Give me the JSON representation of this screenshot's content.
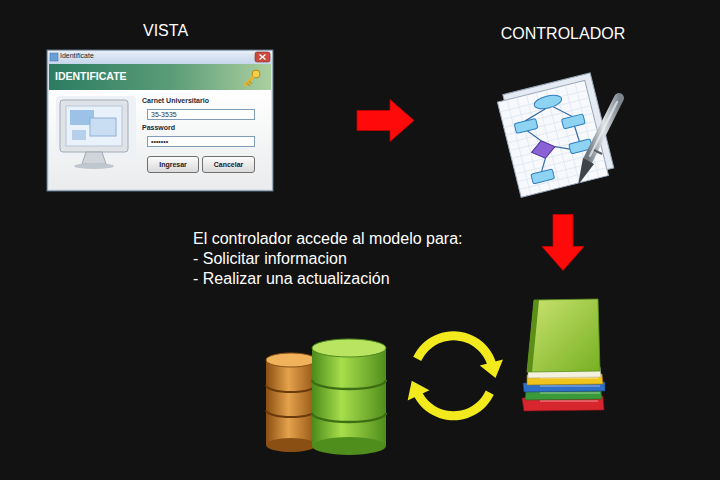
{
  "diagram": {
    "nodes": [
      {
        "text": [
          "VISTA",
          "Identificate",
          "IDENTIFICATE",
          "Carnet Universitario",
          "Password"
        ]
      },
      {
        "text": [
          "35-3535"
        ],
        "in": 0
      },
      {
        "text": [
          "•••••••"
        ],
        "in": 0
      },
      {
        "text": [
          "Ingresar"
        ],
        "in": 0
      },
      {
        "text": [
          "Cancelar"
        ],
        "in": 0
      },
      {
        "text": [
          "CONTROLADOR"
        ]
      },
      {
        "text": []
      },
      {
        "text": []
      }
    ],
    "edges": [
      {
        "from": 0,
        "to": 5,
        "arrow": "to"
      },
      {
        "from": 5,
        "to": 6,
        "arrow": "to"
      },
      {
        "from": 7,
        "to": 6,
        "arrow": "both"
      }
    ],
    "labels": [
      "El controlador accede al modelo para:",
      "- Solicitar informacion",
      "- Realizar una actualización"
    ]
  }
}
